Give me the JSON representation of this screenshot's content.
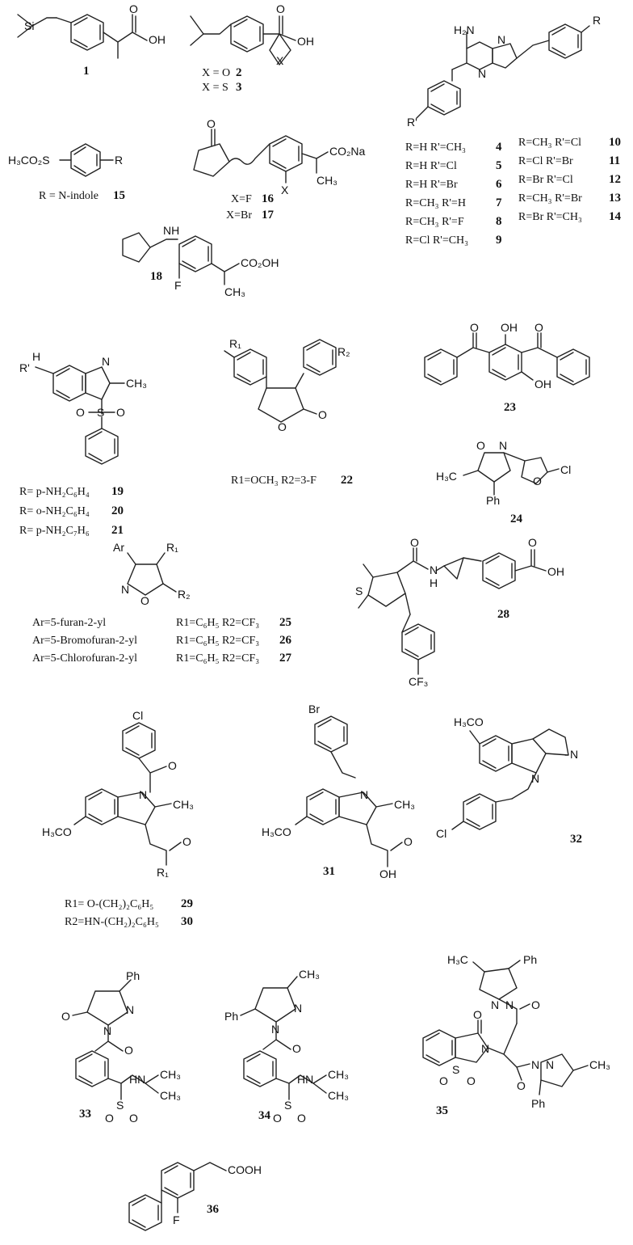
{
  "atoms": {
    "Si": "Si",
    "OH": "OH",
    "O": "O",
    "N": "N",
    "NH": "NH",
    "H": "H",
    "X": "X",
    "F": "F",
    "Cl": "Cl",
    "Br": "Br",
    "Ph": "Ph",
    "S": "S",
    "H2N": "H₂N",
    "CH3": "CH₃",
    "H3C": "H₃C",
    "R": "R",
    "R1": "R₁",
    "R2": "R₂",
    "Rp": "R'",
    "Ar": "Ar",
    "CO2Na": "CO₂Na",
    "CO2OH": "CO₂OH",
    "COOH": "COOH",
    "H3CO2S": "H₃CO₂S",
    "H3CO": "H₃CO",
    "CF3": "CF₃",
    "HN": "HN"
  },
  "compounds": {
    "c1": {
      "number": "1"
    },
    "c2_3": {
      "lines": [
        "X = O",
        "X = S"
      ],
      "numbers": [
        "2",
        "3"
      ]
    },
    "c4_14": {
      "left": [
        {
          "text": "R=H  R'=CH₃",
          "number": "4"
        },
        {
          "text": "R=H  R'=Cl",
          "number": "5"
        },
        {
          "text": "R=H  R'=Br",
          "number": "6"
        },
        {
          "text": "R=CH₃  R'=H",
          "number": "7"
        },
        {
          "text": "R=CH₃  R'=F",
          "number": "8"
        },
        {
          "text": "R=Cl  R'=CH₃",
          "number": "9"
        }
      ],
      "right": [
        {
          "text": "R=CH₃  R'=Cl",
          "number": "10"
        },
        {
          "text": "R=Cl  R'=Br",
          "number": "11"
        },
        {
          "text": "R=Br  R'=Cl",
          "number": "12"
        },
        {
          "text": "R=CH₃  R'=Br",
          "number": "13"
        },
        {
          "text": "R=Br  R'=CH₃",
          "number": "14"
        }
      ]
    },
    "c15": {
      "text": "R = N-indole",
      "number": "15"
    },
    "c16_17": {
      "lines": [
        "X=F",
        "X=Br"
      ],
      "numbers": [
        "16",
        "17"
      ]
    },
    "c18": {
      "number": "18"
    },
    "c19_21": {
      "lines": [
        "R= p-NH₂C₆H₄",
        "R= o-NH₂C₆H₄",
        "R= p-NH₂C₇H₆"
      ],
      "numbers": [
        "19",
        "20",
        "21"
      ]
    },
    "c22": {
      "text": "R1=OCH₃  R2=3-F",
      "number": "22"
    },
    "c23": {
      "number": "23"
    },
    "c24": {
      "number": "24"
    },
    "c25_27": {
      "rows": [
        {
          "ar": "Ar=5-furan-2-yl",
          "r": "R1=C₆H₅  R2=CF₃",
          "number": "25"
        },
        {
          "ar": "Ar=5-Bromofuran-2-yl",
          "r": "R1=C₆H₅  R2=CF₃",
          "number": "26"
        },
        {
          "ar": "Ar=5-Chlorofuran-2-yl",
          "r": "R1=C₆H₅  R2=CF₃",
          "number": "27"
        }
      ]
    },
    "c28": {
      "number": "28"
    },
    "c29_30": {
      "lines": [
        "R1= O-(CH₂)₂C₆H₅",
        "R2=HN-(CH₂)₂C₆H₅"
      ],
      "numbers": [
        "29",
        "30"
      ]
    },
    "c31": {
      "number": "31"
    },
    "c32": {
      "number": "32"
    },
    "c33": {
      "number": "33"
    },
    "c34": {
      "number": "34"
    },
    "c35": {
      "number": "35"
    },
    "c36": {
      "number": "36"
    }
  }
}
